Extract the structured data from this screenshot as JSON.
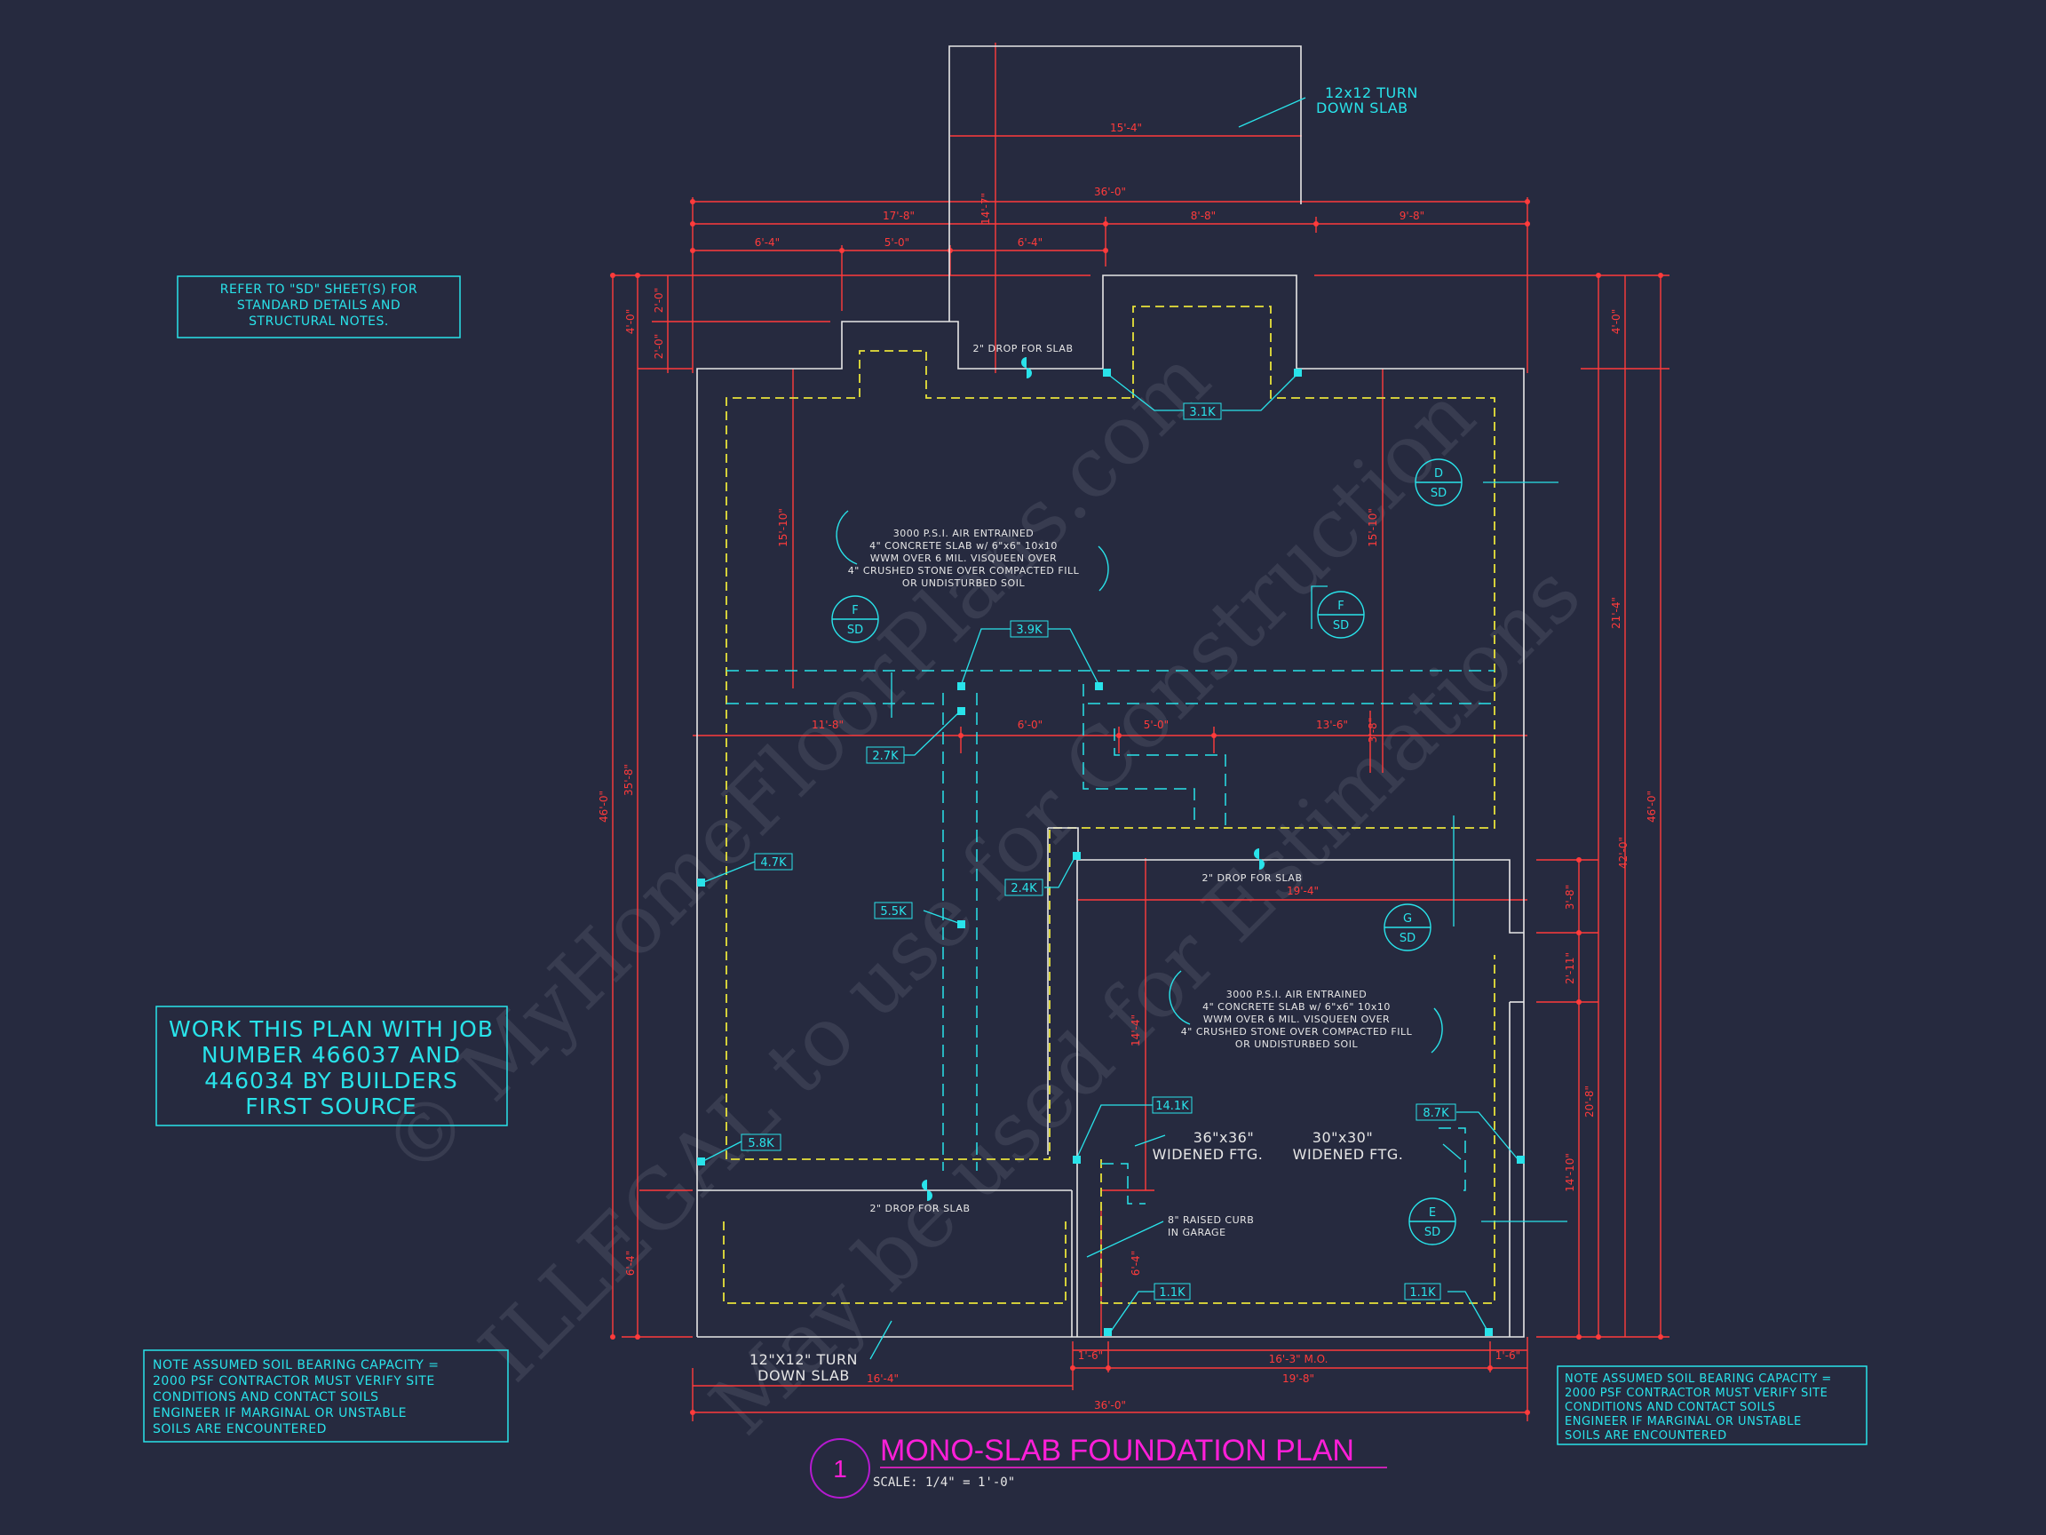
{
  "colors": {
    "background": "#262a3f",
    "wall": "#e6e6e6",
    "dimension": "#ff3b3b",
    "annotation": "#29e3ea",
    "footing_dashed": "#e8e23a",
    "title": "#ff1fd8"
  },
  "notes": {
    "refer_sd": [
      "REFER TO \"SD\" SHEET(S) FOR",
      "STANDARD DETAILS AND",
      "STRUCTURAL NOTES."
    ],
    "work_plan": [
      "WORK THIS PLAN WITH JOB",
      "NUMBER 466037 AND",
      "446034 BY BUILDERS",
      "FIRST SOURCE"
    ],
    "soil_left": [
      "NOTE ASSUMED SOIL BEARING CAPACITY =",
      "2000 PSF CONTRACTOR MUST VERIFY SITE",
      "CONDITIONS AND CONTACT SOILS",
      "ENGINEER IF MARGINAL OR UNSTABLE",
      "SOILS ARE ENCOUNTERED"
    ],
    "soil_right": [
      "NOTE ASSUMED SOIL BEARING CAPACITY =",
      "2000 PSF CONTRACTOR MUST VERIFY SITE",
      "CONDITIONS AND CONTACT SOILS",
      "ENGINEER IF MARGINAL OR UNSTABLE",
      "SOILS ARE ENCOUNTERED"
    ],
    "slab_main": [
      "3000 P.S.I. AIR ENTRAINED",
      "4\" CONCRETE SLAB w/ 6\"x6\" 10x10",
      "WWM OVER 6 MIL. VISQUEEN OVER",
      "4\" CRUSHED STONE OVER COMPACTED FILL",
      "OR UNDISTURBED SOIL"
    ],
    "slab_garage": [
      "3000 P.S.I. AIR ENTRAINED",
      "4\" CONCRETE SLAB w/ 6\"x6\" 10x10",
      "WWM OVER 6 MIL. VISQUEEN OVER",
      "4\" CRUSHED STONE OVER COMPACTED FILL",
      "OR UNDISTURBED SOIL"
    ],
    "turn_down_top": [
      "12x12 TURN",
      "DOWN SLAB"
    ],
    "turn_down_bottom": [
      "12\"X12\" TURN",
      "DOWN SLAB"
    ],
    "drop_slab": "2\" DROP FOR SLAB",
    "raised_curb": [
      "8\" RAISED CURB",
      "IN GARAGE"
    ],
    "widened_36": [
      "36\"x36\"",
      "WIDENED FTG."
    ],
    "widened_30": [
      "30\"x30\"",
      "WIDENED FTG."
    ]
  },
  "point_loads": [
    "3.1K",
    "3.9K",
    "2.7K",
    "4.7K",
    "5.5K",
    "2.4K",
    "5.8K",
    "14.1K",
    "8.7K",
    "1.1K",
    "1.1K"
  ],
  "section_markers": [
    {
      "letter": "D",
      "sheet": "SD"
    },
    {
      "letter": "F",
      "sheet": "SD"
    },
    {
      "letter": "F",
      "sheet": "SD"
    },
    {
      "letter": "G",
      "sheet": "SD"
    },
    {
      "letter": "E",
      "sheet": "SD"
    }
  ],
  "dimensions": {
    "porch_width": "15'-4\"",
    "overall_top": "36'-0\"",
    "top_segments": [
      "17'-8\"",
      "8'-8\"",
      "9'-8\""
    ],
    "top_sub_segments": [
      "6'-4\"",
      "5'-0\"",
      "6'-4\""
    ],
    "porch_depth": "14'-7\"",
    "left_small": [
      "4'-0\"",
      "2'-0\"",
      "2'-0\""
    ],
    "left_overall": [
      "46'-0\"",
      "35'-8\""
    ],
    "left_bottom": "6'-4\"",
    "interior_vertical": [
      "15'-10\"",
      "15'-10\""
    ],
    "mid_row": [
      "11'-8\"",
      "6'-0\"",
      "5'-0\"",
      "13'-6\""
    ],
    "mid_small": "3'-8\"",
    "garage_width": "19'-4\"",
    "garage_depth": "14'-4\"",
    "garage_curb": "6'-4\"",
    "right_outer": [
      "4'-0\"",
      "21'-4\"",
      "46'-0\"",
      "42'-0\""
    ],
    "right_garage": [
      "3'-8\"",
      "2'-11\"",
      "20'-8\"",
      "14'-10\""
    ],
    "bottom_small": [
      "1'-6\"",
      "16'-3\" M.O.",
      "1'-6\""
    ],
    "bottom_garage": "19'-8\"",
    "bottom_left": "16'-4\"",
    "overall_bottom": "36'-0\""
  },
  "title_block": {
    "number": "1",
    "title": "MONO-SLAB FOUNDATION PLAN",
    "scale": "SCALE: 1/4\" = 1'-0\""
  },
  "watermark": [
    "© MyHomeFloorPlans.com",
    "ILLEGAL to use for Construction",
    "May be used for Estimations"
  ]
}
